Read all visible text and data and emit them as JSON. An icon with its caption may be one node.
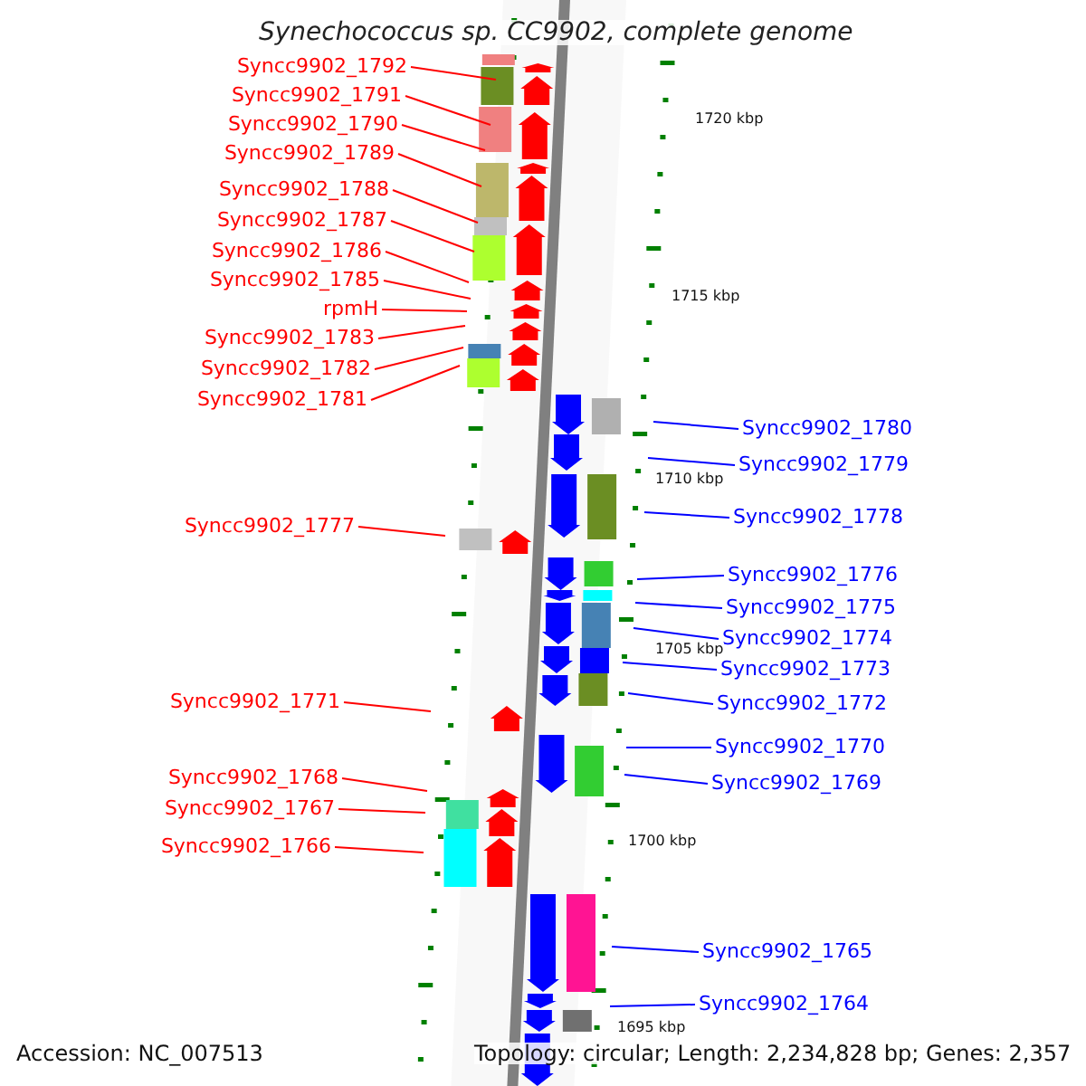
{
  "diagram": {
    "title": "Synechococcus sp. CC9902, complete genome",
    "nodes": [
      {
        "text": [
          "Syncc9902_1792"
        ]
      },
      {
        "text": [
          "Syncc9902_1791"
        ]
      },
      {
        "text": [
          "Syncc9902_1790"
        ]
      },
      {
        "text": [
          "Syncc9902_1789"
        ]
      },
      {
        "text": [
          "Syncc9902_1788"
        ]
      },
      {
        "text": [
          "Syncc9902_1787"
        ]
      },
      {
        "text": [
          "Syncc9902_1786"
        ]
      },
      {
        "text": [
          "Syncc9902_1785"
        ]
      },
      {
        "text": [
          "rpmH"
        ]
      },
      {
        "text": [
          "Syncc9902_1783"
        ]
      },
      {
        "text": [
          "Syncc9902_1782"
        ]
      },
      {
        "text": [
          "Syncc9902_1781"
        ]
      },
      {
        "text": [
          "Syncc9902_1777"
        ]
      },
      {
        "text": [
          "Syncc9902_1771"
        ]
      },
      {
        "text": [
          "Syncc9902_1768"
        ]
      },
      {
        "text": [
          "Syncc9902_1767"
        ]
      },
      {
        "text": [
          "Syncc9902_1766"
        ]
      },
      {
        "text": [
          "Syncc9902_1780"
        ]
      },
      {
        "text": [
          "Syncc9902_1779"
        ]
      },
      {
        "text": [
          "Syncc9902_1778"
        ]
      },
      {
        "text": [
          "Syncc9902_1776"
        ]
      },
      {
        "text": [
          "Syncc9902_1775"
        ]
      },
      {
        "text": [
          "Syncc9902_1774"
        ]
      },
      {
        "text": [
          "Syncc9902_1773"
        ]
      },
      {
        "text": [
          "Syncc9902_1772"
        ]
      },
      {
        "text": [
          "Syncc9902_1770"
        ]
      },
      {
        "text": [
          "Syncc9902_1769"
        ]
      },
      {
        "text": [
          "Syncc9902_1765"
        ]
      },
      {
        "text": [
          "Syncc9902_1764"
        ]
      }
    ],
    "edges": [
      {
        "from": 0,
        "to": null,
        "arrow": "none"
      },
      {
        "from": 1,
        "to": null,
        "arrow": "none"
      },
      {
        "from": 2,
        "to": null,
        "arrow": "none"
      },
      {
        "from": 3,
        "to": null,
        "arrow": "none"
      },
      {
        "from": 4,
        "to": null,
        "arrow": "none"
      },
      {
        "from": 5,
        "to": null,
        "arrow": "none"
      },
      {
        "from": 6,
        "to": null,
        "arrow": "none"
      },
      {
        "from": 7,
        "to": null,
        "arrow": "none"
      },
      {
        "from": 8,
        "to": null,
        "arrow": "none"
      },
      {
        "from": 9,
        "to": null,
        "arrow": "none"
      },
      {
        "from": 10,
        "to": null,
        "arrow": "none"
      },
      {
        "from": 11,
        "to": null,
        "arrow": "none"
      },
      {
        "from": 12,
        "to": null,
        "arrow": "none"
      },
      {
        "from": 13,
        "to": null,
        "arrow": "none"
      },
      {
        "from": 14,
        "to": null,
        "arrow": "none"
      },
      {
        "from": 15,
        "to": null,
        "arrow": "none"
      },
      {
        "from": 16,
        "to": null,
        "arrow": "none"
      },
      {
        "from": 17,
        "to": null,
        "arrow": "none",
        "color": "#0000ff"
      },
      {
        "from": 18,
        "to": null,
        "arrow": "none",
        "color": "#0000ff"
      },
      {
        "from": 19,
        "to": null,
        "arrow": "none",
        "color": "#0000ff"
      },
      {
        "from": 20,
        "to": null,
        "arrow": "none",
        "color": "#0000ff"
      },
      {
        "from": 21,
        "to": null,
        "arrow": "none",
        "color": "#0000ff"
      },
      {
        "from": 22,
        "to": null,
        "arrow": "none",
        "color": "#0000ff"
      },
      {
        "from": 23,
        "to": null,
        "arrow": "none",
        "color": "#0000ff"
      },
      {
        "from": 24,
        "to": null,
        "arrow": "none",
        "color": "#0000ff"
      },
      {
        "from": 25,
        "to": null,
        "arrow": "none",
        "color": "#0000ff"
      },
      {
        "from": 26,
        "to": null,
        "arrow": "none",
        "color": "#0000ff"
      },
      {
        "from": 27,
        "to": null,
        "arrow": "none",
        "color": "#0000ff"
      },
      {
        "from": 28,
        "to": null,
        "arrow": "none",
        "color": "#0000ff"
      }
    ],
    "labels": [
      "1720 kbp",
      "1715 kbp",
      "1710 kbp",
      "1705 kbp",
      "1700 kbp",
      "1695 kbp",
      "Accession: NC_007513",
      "Topology: circular; Length: 2,234,828 bp; Genes: 2,357"
    ]
  }
}
